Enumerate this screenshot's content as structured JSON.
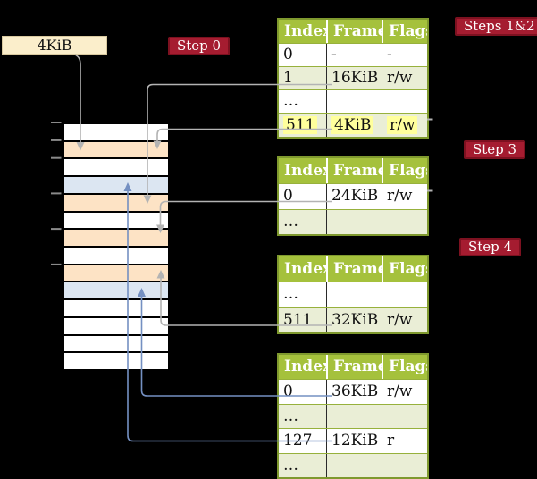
{
  "legend_box": {
    "label": "4KiB"
  },
  "badges": {
    "step0": "Step 0",
    "steps12": "Steps 1&2",
    "step3": "Step 3",
    "step4": "Step 4"
  },
  "colors": {
    "page_bg": "#000000",
    "badge_bg": "#a51c30",
    "badge_border": "#7d1120",
    "badge_text": "#ffffff",
    "table_header_bg": "#a5c13c",
    "table_border": "#7f992e",
    "table_row_alt_bg": "#eaeed6",
    "highlight_yellow": "#ffff9c",
    "legend_box_bg": "#fbeecb",
    "memory_row_white": "#ffffff",
    "memory_row_orange": "#fde3c5",
    "memory_row_blue": "#dce6f2",
    "gray_connector": "#b3b3b3",
    "blue_connector": "#7490c2",
    "tick_gray": "#8a8a8a"
  },
  "memory_column": {
    "rows": [
      "white",
      "orange",
      "white",
      "blue",
      "orange",
      "white",
      "orange",
      "white",
      "orange",
      "blue",
      "white",
      "white",
      "white",
      "white"
    ]
  },
  "tables": [
    {
      "id": "steps12",
      "headers": [
        "Index",
        "Frame",
        "Flags"
      ],
      "rows": [
        {
          "cells": [
            "0",
            "-",
            "-"
          ],
          "highlight": false
        },
        {
          "cells": [
            "1",
            "16KiB",
            "r/w"
          ],
          "highlight": false
        },
        {
          "cells": [
            "…",
            "",
            ""
          ],
          "highlight": false
        },
        {
          "cells": [
            "511",
            "4KiB",
            "r/w"
          ],
          "highlight": true
        }
      ]
    },
    {
      "id": "step3",
      "headers": [
        "Index",
        "Frame",
        "Flags"
      ],
      "rows": [
        {
          "cells": [
            "0",
            "24KiB",
            "r/w"
          ],
          "highlight": false
        },
        {
          "cells": [
            "…",
            "",
            ""
          ],
          "highlight": false
        }
      ]
    },
    {
      "id": "step4",
      "headers": [
        "Index",
        "Frame",
        "Flags"
      ],
      "rows": [
        {
          "cells": [
            "…",
            "",
            ""
          ],
          "highlight": false
        },
        {
          "cells": [
            "511",
            "32KiB",
            "r/w"
          ],
          "highlight": false
        }
      ]
    },
    {
      "id": "final",
      "headers": [
        "Index",
        "Frame",
        "Flags"
      ],
      "rows": [
        {
          "cells": [
            "0",
            "36KiB",
            "r/w"
          ],
          "highlight": false
        },
        {
          "cells": [
            "…",
            "",
            ""
          ],
          "highlight": false
        },
        {
          "cells": [
            "127",
            "12KiB",
            "r"
          ],
          "highlight": false
        },
        {
          "cells": [
            "…",
            "",
            ""
          ],
          "highlight": false
        }
      ]
    }
  ]
}
